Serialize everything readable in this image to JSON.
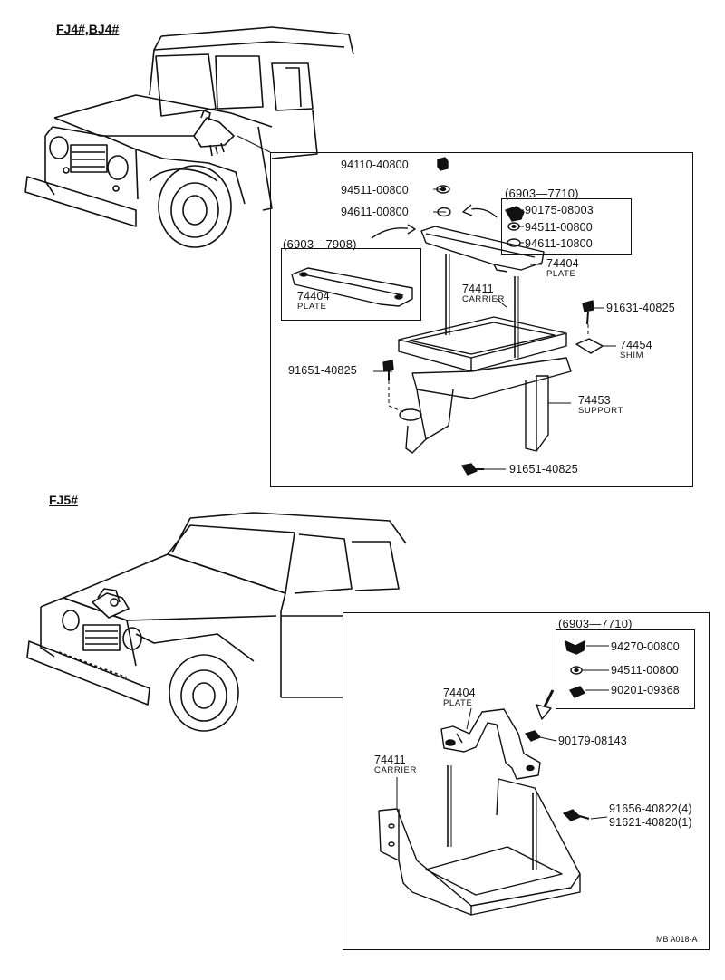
{
  "sections": {
    "top_title": "FJ4#,BJ4#",
    "bottom_title": "FJ5#"
  },
  "top": {
    "group_right_range": "(6903—7710)",
    "group_left_range": "(6903—7908)",
    "parts": {
      "p94110": "94110-40800",
      "p94511a": "94511-00800",
      "p94611a": "94611-00800",
      "p90175": "90175-08003",
      "p94511b": "94511-00800",
      "p94611b": "94611-10800",
      "p74404": "74404",
      "p74404_name": "PLATE",
      "p74404_left": "74404",
      "p74404_left_name": "PLATE",
      "p74411": "74411",
      "p74411_name": "CARRIER",
      "p91631": "91631-40825",
      "p74454": "74454",
      "p74454_name": "SHIM",
      "p91651a": "91651-40825",
      "p74453": "74453",
      "p74453_name": "SUPPORT",
      "p91651b": "91651-40825"
    }
  },
  "bottom": {
    "group_range": "(6903—7710)",
    "parts": {
      "p94270": "94270-00800",
      "p94511": "94511-00800",
      "p90201": "90201-09368",
      "p74404": "74404",
      "p74404_name": "PLATE",
      "p90179": "90179-08143",
      "p74411": "74411",
      "p74411_name": "CARRIER",
      "p91656": "91656-40822(4)",
      "p91621": "91621-40820(1)"
    }
  },
  "ref_code": "MB A018-A"
}
